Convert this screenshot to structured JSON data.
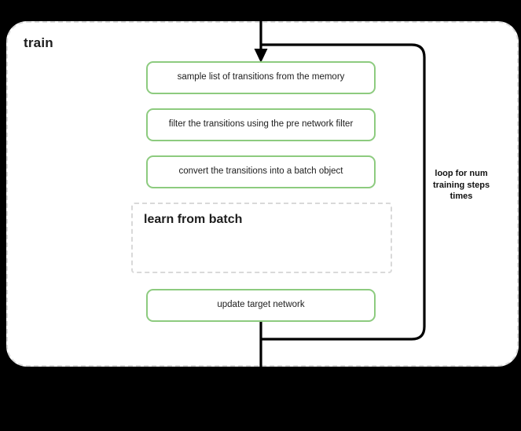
{
  "diagram": {
    "title": "train",
    "background_color": "#000000",
    "panel_color": "#ffffff",
    "accent_color": "#8dcb7f",
    "dashed_border_color": "#d9d9d9",
    "wire_color": "#000000"
  },
  "steps": [
    {
      "id": "sample",
      "label": "sample list of transitions from the memory"
    },
    {
      "id": "filter",
      "label": "filter the transitions using the pre network filter"
    },
    {
      "id": "convert",
      "label": "convert the transitions into a batch object"
    },
    {
      "id": "update",
      "label": "update target network"
    }
  ],
  "learn_block": {
    "title": "learn from batch"
  },
  "loop": {
    "label": "loop for num training steps times"
  },
  "icons": {
    "arrow_down": "arrow-down-icon"
  }
}
